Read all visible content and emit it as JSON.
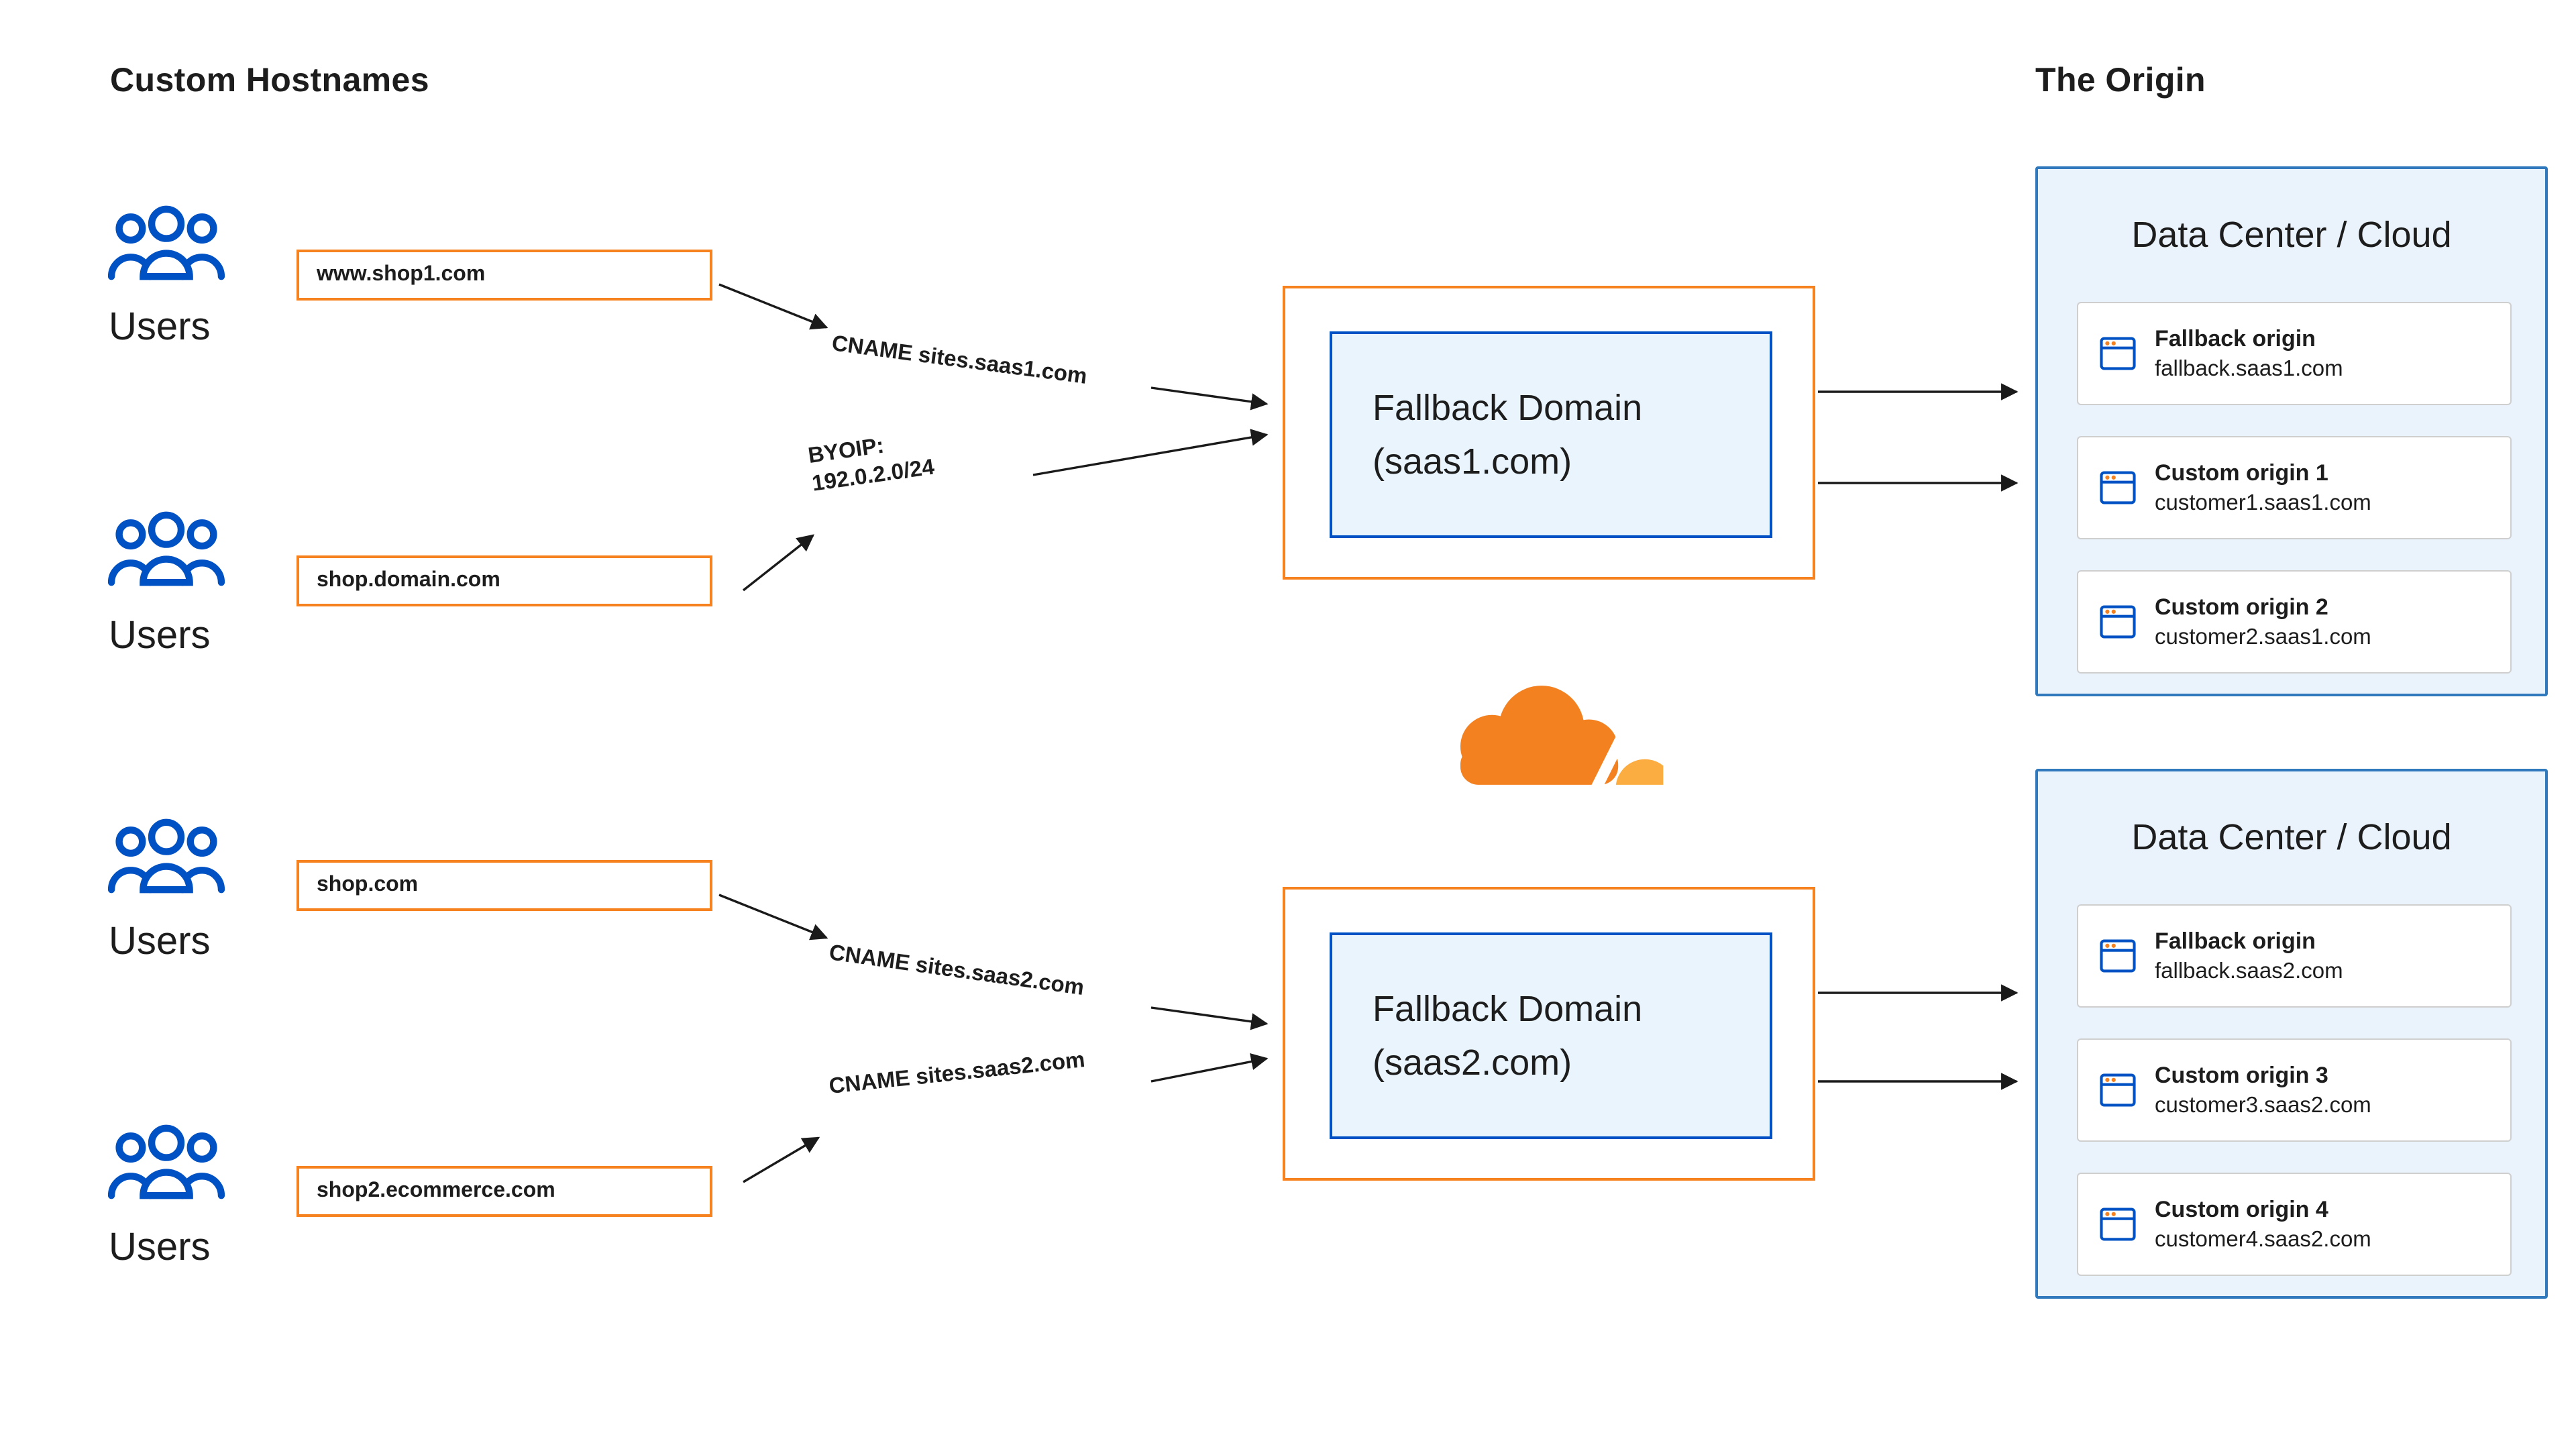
{
  "titles": {
    "custom_hostnames": "Custom Hostnames",
    "origin": "The Origin"
  },
  "users_label": "Users",
  "hostnames": [
    "www.shop1.com",
    "shop.domain.com",
    "shop.com",
    "shop2.ecommerce.com"
  ],
  "route_labels": {
    "cname_saas1": "CNAME sites.saas1.com",
    "byoip_line1": "BYOIP:",
    "byoip_line2": "192.0.2.0/24",
    "cname_saas2_top": "CNAME sites.saas2.com",
    "cname_saas2_bottom": "CNAME sites.saas2.com"
  },
  "fallback_domains": [
    {
      "name": "Fallback Domain",
      "domain": "(saas1.com)"
    },
    {
      "name": "Fallback Domain",
      "domain": "(saas2.com)"
    }
  ],
  "data_centers": [
    {
      "title": "Data Center / Cloud",
      "origins": [
        {
          "name": "Fallback origin",
          "host": "fallback.saas1.com"
        },
        {
          "name": "Custom origin 1",
          "host": "customer1.saas1.com"
        },
        {
          "name": "Custom origin 2",
          "host": "customer2.saas1.com"
        }
      ]
    },
    {
      "title": "Data Center / Cloud",
      "origins": [
        {
          "name": "Fallback origin",
          "host": "fallback.saas2.com"
        },
        {
          "name": "Custom origin 3",
          "host": "customer3.saas2.com"
        },
        {
          "name": "Custom origin 4",
          "host": "customer4.saas2.com"
        }
      ]
    }
  ],
  "icons": {
    "users": "users-group-icon",
    "cloudflare": "cloudflare-logo",
    "origin_card": "browser-window-icon"
  },
  "colors": {
    "orange": "#F6821F",
    "orange_light": "#FBAD41",
    "blue": "#0051C3",
    "data_center_border": "#3079BD",
    "data_center_bg": "#EAF3FB",
    "fallback_bg": "#E9F4FD",
    "text": "#1D1D1D"
  }
}
